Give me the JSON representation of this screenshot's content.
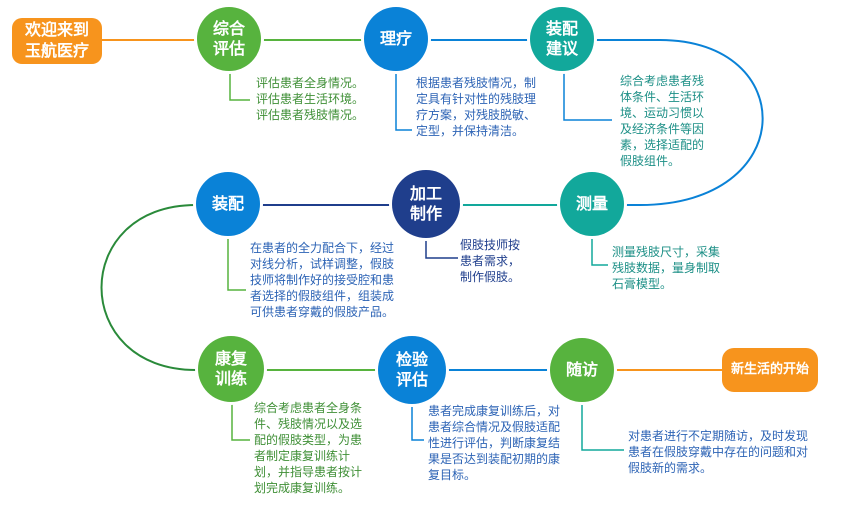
{
  "colors": {
    "orange": "#f7941d",
    "green": "#57b33e",
    "blue": "#0a82d7",
    "teal": "#12a89b",
    "navy": "#1f3e8c",
    "text_green": "#3f8f36",
    "text_blue": "#2c63b5",
    "text_teal": "#1c8f86"
  },
  "start": {
    "label": "欢迎来到\n玉航医疗"
  },
  "end": {
    "label": "新生活的开始"
  },
  "steps": [
    {
      "label": "综合\n评估",
      "desc": "评估患者全身情况。\n评估患者生活环境。\n评估患者残肢情况。"
    },
    {
      "label": "理疗",
      "desc": "根据患者残肢情况，制\n定具有针对性的残肢理\n疗方案，对残肢脱敏、\n定型，并保持清洁。"
    },
    {
      "label": "装配\n建议",
      "desc": "综合考虑患者残\n体条件、生活环\n境、运动习惯以\n及经济条件等因\n素，选择适配的\n假肢组件。"
    },
    {
      "label": "测量",
      "desc": "测量残肢尺寸，采集\n残肢数据，量身制取\n石膏模型。"
    },
    {
      "label": "加工\n制作",
      "desc": "假肢技师按\n患者需求，\n制作假肢。"
    },
    {
      "label": "装配",
      "desc": "在患者的全力配合下，经过\n对线分析，试样调整，假肢\n技师将制作好的接受腔和患\n者选择的假肢组件，组装成\n可供患者穿戴的假肢产品。"
    },
    {
      "label": "康复\n训练",
      "desc": "综合考虑患者全身条\n件、残肢情况以及选\n配的假肢类型，为患\n者制定康复训练计\n划，并指导患者按计\n划完成康复训练。"
    },
    {
      "label": "检验\n评估",
      "desc": "患者完成康复训练后，对\n患者综合情况及假肢适配\n性进行评估，判断康复结\n果是否达到装配初期的康\n复目标。"
    },
    {
      "label": "随访",
      "desc": "对患者进行不定期随访，及时发现\n患者在假肢穿戴中存在的问题和对\n假肢新的需求。"
    }
  ]
}
